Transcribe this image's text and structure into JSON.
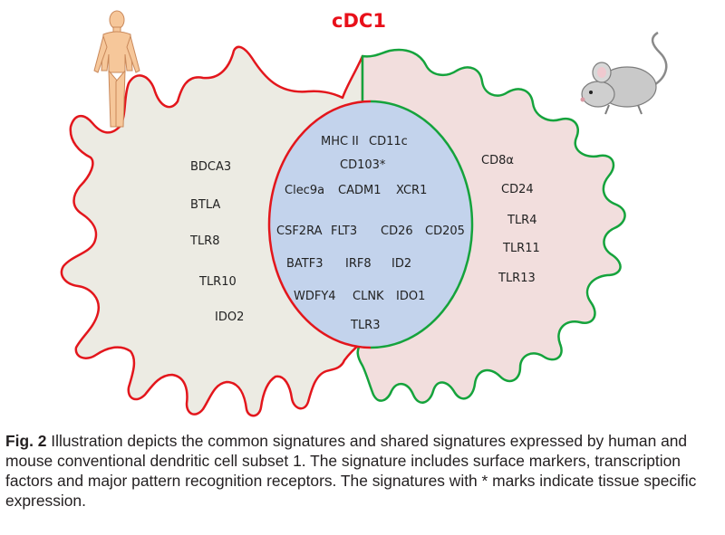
{
  "title": "cDC1",
  "human_markers": [
    "BDCA3",
    "BTLA",
    "TLR8",
    "TLR10",
    "IDO2"
  ],
  "mouse_markers": [
    "CD8α",
    "CD24",
    "TLR4",
    "TLR11",
    "TLR13"
  ],
  "shared_markers": [
    "MHC II",
    "CD11c",
    "CD103*",
    "Clec9a",
    "CADM1",
    "XCR1",
    "CSF2RA",
    "FLT3",
    "CD26",
    "CD205",
    "BATF3",
    "IRF8",
    "ID2",
    "WDFY4",
    "CLNK",
    "IDO1",
    "TLR3"
  ],
  "icons": {
    "human": "human-figure-icon",
    "mouse": "mouse-icon"
  },
  "colors": {
    "human_fill": "#ecebe3",
    "human_border": "#e3161c",
    "mouse_fill": "#f2dedd",
    "mouse_border": "#15a33c",
    "shared_fill": "#c3d3ec",
    "title": "#e8101a"
  },
  "caption": {
    "label": "Fig. 2",
    "text": "Illustration depicts the common signatures and shared signatures expressed by human and mouse conventional dendritic cell subset 1. The signature includes surface markers, transcription factors and major pattern recognition receptors. The signatures with * marks indicate tissue specific expression."
  }
}
